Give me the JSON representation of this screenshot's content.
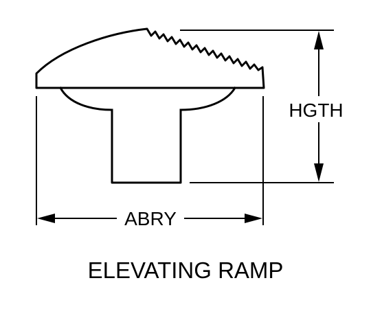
{
  "diagram": {
    "dimension_height_label": "HGTH",
    "dimension_width_label": "ABRY",
    "caption": "ELEVATING RAMP"
  }
}
